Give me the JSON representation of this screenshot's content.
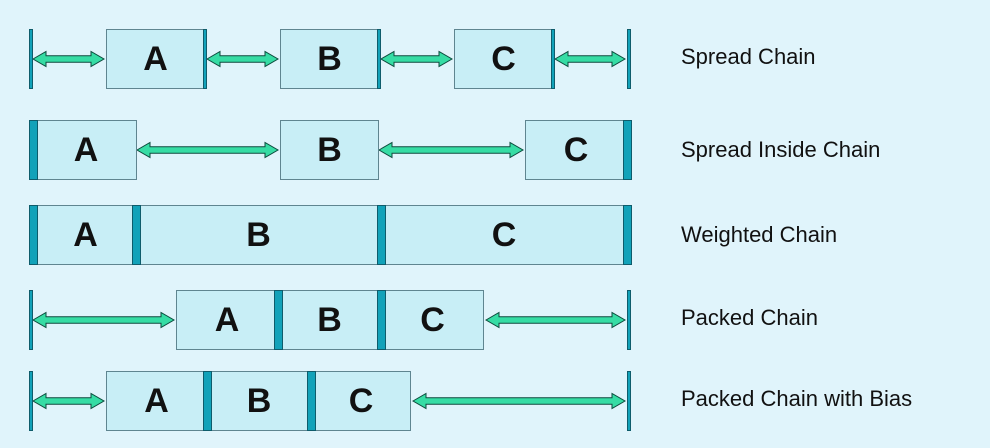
{
  "chains": [
    {
      "label": "Spread Chain",
      "boxes": [
        "A",
        "B",
        "C"
      ]
    },
    {
      "label": "Spread Inside Chain",
      "boxes": [
        "A",
        "B",
        "C"
      ]
    },
    {
      "label": "Weighted Chain",
      "boxes": [
        "A",
        "B",
        "C"
      ]
    },
    {
      "label": "Packed Chain",
      "boxes": [
        "A",
        "B",
        "C"
      ]
    },
    {
      "label": "Packed Chain with Bias",
      "boxes": [
        "A",
        "B",
        "C"
      ]
    }
  ],
  "colors": {
    "background": "#e0f4fb",
    "box_fill": "#c8eef6",
    "box_border": "#5f8590",
    "edge_bar": "#12a2b9",
    "arrow_fill": "#36dca4",
    "arrow_stroke": "#0c4a3c"
  }
}
